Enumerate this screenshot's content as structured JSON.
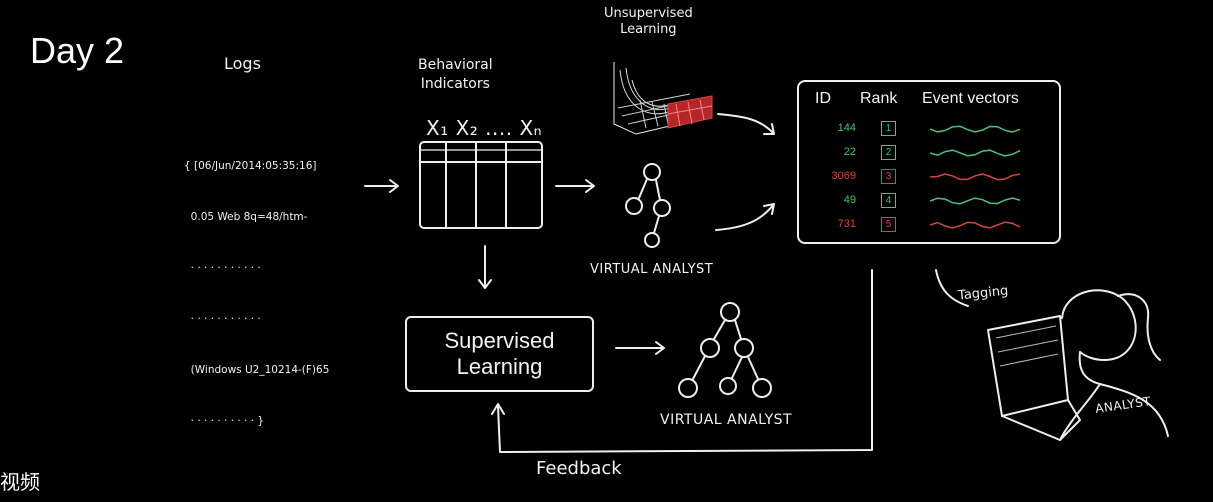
{
  "title": "Day 2",
  "logs": {
    "title": "Logs",
    "lines": [
      "{ [06/Jun/2014:05:35:16]",
      "  0.05 Web 8q=48/htm-",
      "  · · · · · · · · · · ·",
      "  · · · · · · · · · · ·",
      "  (Windows U2_10214-(F)65",
      "  · · · · · · · · · · }"
    ]
  },
  "behavioral": {
    "title_line1": "Behavioral",
    "title_line2": "Indicators",
    "features": "X₁ X₂ .... Xₙ"
  },
  "unsupervised": {
    "line1": "Unsupervised",
    "line2": "Learning"
  },
  "virtual_analyst_top": "VIRTUAL ANALYST",
  "virtual_analyst_bottom": "VIRTUAL ANALYST",
  "supervised": {
    "line1": "Supervised",
    "line2": "Learning"
  },
  "feedback": "Feedback",
  "results": {
    "headers": [
      "ID",
      "Rank",
      "Event vectors"
    ],
    "rows": [
      {
        "id": "144",
        "rank": "1",
        "color": "#4fbf7a"
      },
      {
        "id": "22",
        "rank": "2",
        "color": "#4fbf7a"
      },
      {
        "id": "3069",
        "rank": "3",
        "color": "#d8453d"
      },
      {
        "id": "49",
        "rank": "4",
        "color": "#4fbf7a"
      },
      {
        "id": "731",
        "rank": "5",
        "color": "#d8453d"
      }
    ]
  },
  "tagging": "Tagging",
  "analyst": "ANALYST",
  "footer_text": "视频"
}
